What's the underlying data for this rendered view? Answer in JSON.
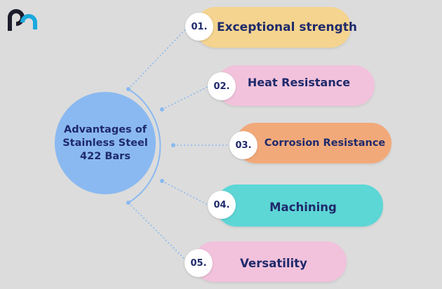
{
  "center": {
    "title": "Advantages of\nStainless Steel\n422 Bars"
  },
  "items": [
    {
      "number": "01.",
      "label": "Exceptional strength",
      "color": "#f4d48f"
    },
    {
      "number": "02.",
      "label": "Heat Resistance",
      "color": "#f2c2dc"
    },
    {
      "number": "03.",
      "label": "Corrosion Resistance",
      "color": "#f2a97a"
    },
    {
      "number": "04.",
      "label": "Machining",
      "color": "#5dd6d6"
    },
    {
      "number": "05.",
      "label": "Versatility",
      "color": "#f2c2dc"
    }
  ],
  "colors": {
    "text": "#1f2a6b",
    "connector": "#8ab9f1",
    "center": "#8ab9f1",
    "background": "#dcdcdc"
  },
  "logo": {
    "icon": "brand-logo-icon"
  }
}
